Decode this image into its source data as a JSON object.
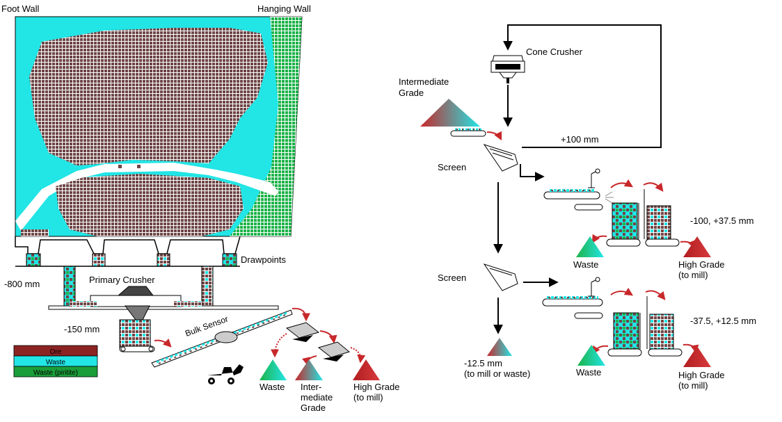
{
  "colors": {
    "ore": "#8b3a3a",
    "ore_cell": "#7a4a4a",
    "waste": "#22e5e5",
    "waste_pyrite": "#1db34a",
    "high_grade": "#c8282a",
    "outline": "#000000"
  },
  "orebody": {
    "foot_wall": "Foot Wall",
    "hanging_wall": "Hanging Wall",
    "drawpoints": "Drawpoints",
    "primary_crusher": "Primary Crusher",
    "size_primary": "-800 mm",
    "size_secondary": "-150 mm",
    "bulk_sensor": "Bulk Sensor"
  },
  "legend": {
    "items": [
      {
        "label": "Ore",
        "color": "#8b2323"
      },
      {
        "label": "Waste",
        "color": "#22e5e5"
      },
      {
        "label": "Waste (piritite)",
        "color": "#1a9e3a"
      }
    ]
  },
  "bulk_products": {
    "waste": "Waste",
    "intermediate": [
      "Inter-",
      "mediate",
      "Grade"
    ],
    "high_grade": [
      "High Grade",
      "(to mill)"
    ]
  },
  "circuit": {
    "cone_crusher": "Cone Crusher",
    "intermediate": [
      "Intermediate",
      "Grade"
    ],
    "plus100": "+100 mm",
    "screen1": "Screen",
    "screen2": "Screen",
    "fraction1": "-100, +37.5 mm",
    "fraction2": "-37.5, +12.5 mm",
    "waste1": "Waste",
    "waste2": "Waste",
    "high_grade1": [
      "High Grade",
      "(to mill)"
    ],
    "high_grade2": [
      "High Grade",
      "(to mill)"
    ],
    "fines": [
      "-12.5 mm",
      "(to mill or waste)"
    ]
  }
}
